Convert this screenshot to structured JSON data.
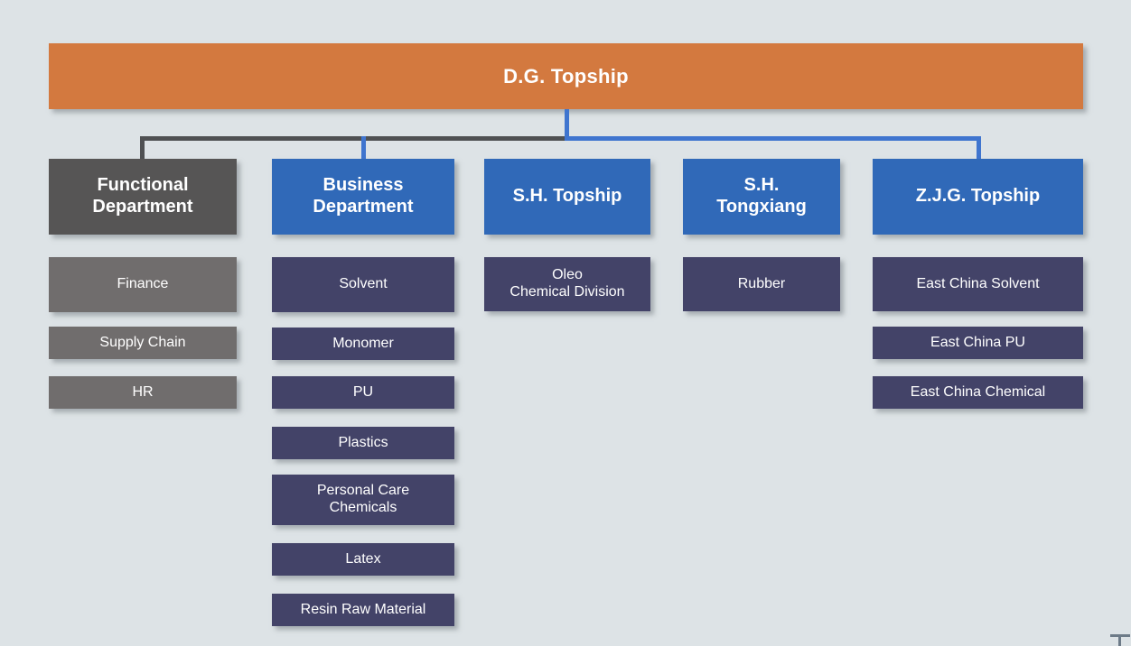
{
  "page": {
    "title": "D.G. Topship Organization Chart",
    "background_color": "#dde3e6"
  },
  "colors": {
    "root": "#d3793f",
    "head_blue": "#3069b8",
    "head_gray": "#565555",
    "leaf_navy": "#434368",
    "leaf_gray": "#706d6d",
    "connector_gray": "#4f5153",
    "connector_blue": "#3f75cf",
    "text": "#ffffff"
  },
  "chart_data": {
    "type": "diagram",
    "diagram_kind": "organization-chart",
    "root": "D.G. Topship",
    "branches": [
      {
        "label": "Functional Department",
        "color": "#565555",
        "children": [
          "Finance",
          "Supply Chain",
          "HR"
        ]
      },
      {
        "label": "Business Department",
        "color": "#3069b8",
        "children": [
          "Solvent",
          "Monomer",
          "PU",
          "Plastics",
          "Personal Care Chemicals",
          "Latex",
          "Resin Raw Material"
        ]
      },
      {
        "label": "S.H. Topship",
        "color": "#3069b8",
        "children": [
          "Oleo Chemical  Division"
        ]
      },
      {
        "label": "S.H. Tongxiang",
        "color": "#3069b8",
        "children": [
          "Rubber"
        ]
      },
      {
        "label": "Z.J.G. Topship",
        "color": "#3069b8",
        "children": [
          "East China Solvent",
          "East China PU",
          "East China Chemical"
        ]
      }
    ]
  },
  "root": {
    "label": "D.G. Topship"
  },
  "heads": {
    "functional": "Functional\nDepartment",
    "business": "Business\nDepartment",
    "sh_topship": "S.H. Topship",
    "sh_tongxiang": "S.H.\nTongxiang",
    "zjg_topship": "Z.J.G. Topship"
  },
  "functional_children": [
    {
      "label": "Finance"
    },
    {
      "label": "Supply Chain"
    },
    {
      "label": "HR"
    }
  ],
  "business_children": [
    {
      "label": "Solvent"
    },
    {
      "label": "Monomer"
    },
    {
      "label": "PU"
    },
    {
      "label": "Plastics"
    },
    {
      "label": "Personal Care\nChemicals"
    },
    {
      "label": "Latex"
    },
    {
      "label": "Resin Raw Material"
    }
  ],
  "sh_topship_children": [
    {
      "label": "Oleo\nChemical  Division"
    }
  ],
  "sh_tongxiang_children": [
    {
      "label": "Rubber"
    }
  ],
  "zjg_topship_children": [
    {
      "label": "East China Solvent"
    },
    {
      "label": "East China PU"
    },
    {
      "label": "East China Chemical"
    }
  ]
}
